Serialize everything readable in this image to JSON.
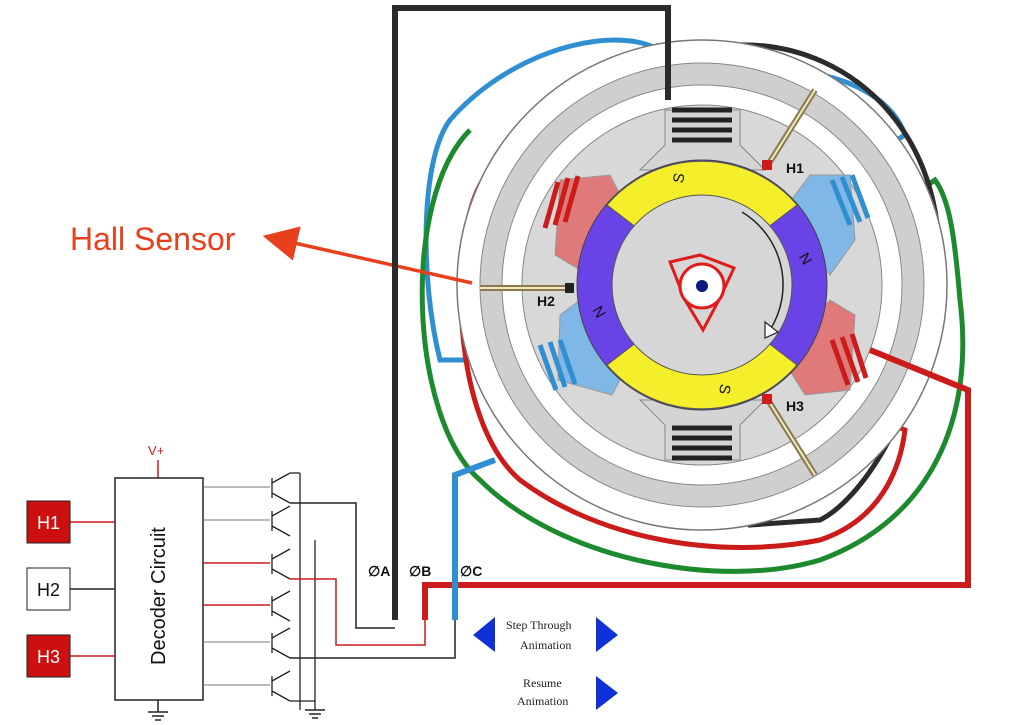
{
  "callout": {
    "text": "Hall Sensor"
  },
  "motor": {
    "magnets": {
      "south_top": "S",
      "north_right": "N",
      "south_bottom": "S",
      "north_left": "N"
    },
    "sensors": {
      "h1": "H1",
      "h2": "H2",
      "h3": "H3"
    }
  },
  "circuit": {
    "decoder": "Decoder Circuit",
    "vplus": "V+",
    "inputs": [
      {
        "label": "H1",
        "active": true
      },
      {
        "label": "H2",
        "active": false
      },
      {
        "label": "H3",
        "active": true
      }
    ],
    "phases": {
      "a": "∅A",
      "b": "∅B",
      "c": "∅C"
    }
  },
  "controls": {
    "step_line1": "Step Through",
    "step_line2": "Animation",
    "resume_line1": "Resume",
    "resume_line2": "Animation"
  },
  "colors": {
    "red": "#cc1b1b",
    "blue": "#2f8fd0",
    "green": "#1d8a2e",
    "dark": "#2b2b2b",
    "yellow": "#f4ef2a",
    "purple": "#6a43e6",
    "stator": "#cfcfcf",
    "pole_red": "#e07a7a",
    "pole_blue": "#7fb7e6",
    "nav_blue": "#1030d8",
    "callout": "#e8401c"
  }
}
